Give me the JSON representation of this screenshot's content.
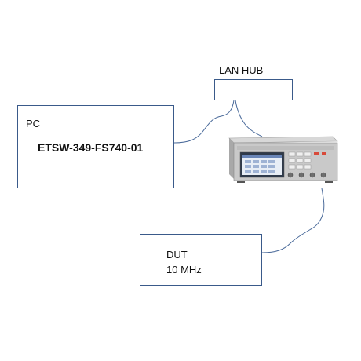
{
  "hub": {
    "label": "LAN HUB"
  },
  "pc": {
    "label": "PC",
    "hostname": "ETSW-349-FS740-01"
  },
  "dut": {
    "label": "DUT",
    "freq": "10 MHz"
  },
  "instrument": {
    "icon": "fs740-instrument-icon"
  },
  "colors": {
    "box_border": "#3a5a8a",
    "cable": "#4a6a9a"
  }
}
